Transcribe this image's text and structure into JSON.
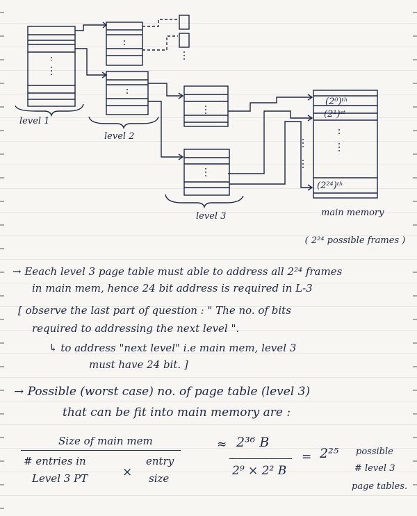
{
  "diagram": {
    "level1_label": "level 1",
    "level2_label": "level 2",
    "level3_label": "level 3",
    "main_memory_label": "main memory",
    "frame_0": "(2⁰)ᵗʰ",
    "frame_1": "(2¹)ˢᵗ",
    "frame_last": "(2²⁴)ᵗʰ",
    "possible_frames": "( 2²⁴ possible frames )"
  },
  "notes": {
    "note1_line1": "→ Eeach level 3 page table must able to address all 2²⁴ frames",
    "note1_line2": "in main mem, hence 24 bit address is required in L-3",
    "note2_line1": "[ observe the last part of question : \" The no. of bits",
    "note2_line2": "required to addressing the next level \".",
    "note2_line3": "↳ to address \"next level\" i.e main mem, level 3",
    "note2_line4": "must have 24 bit. ]",
    "note3_line1": "→ Possible (worst case) no. of page table (level 3)",
    "note3_line2": "that can be fit into main memory are :"
  },
  "formula": {
    "lhs_numerator": "Size of main mem",
    "lhs_den_left_1": "# entries in",
    "lhs_den_left_2": "Level 3 PT",
    "times": "×",
    "lhs_den_right_1": "entry",
    "lhs_den_right_2": "size",
    "eq1": "≈",
    "mid_numerator": "2³⁶ B",
    "mid_denominator": "2⁹ × 2² B",
    "eq2": "=",
    "result": "2²⁵",
    "result_note_1": "possible",
    "result_note_2": "# level 3",
    "result_note_3": "page tables."
  }
}
